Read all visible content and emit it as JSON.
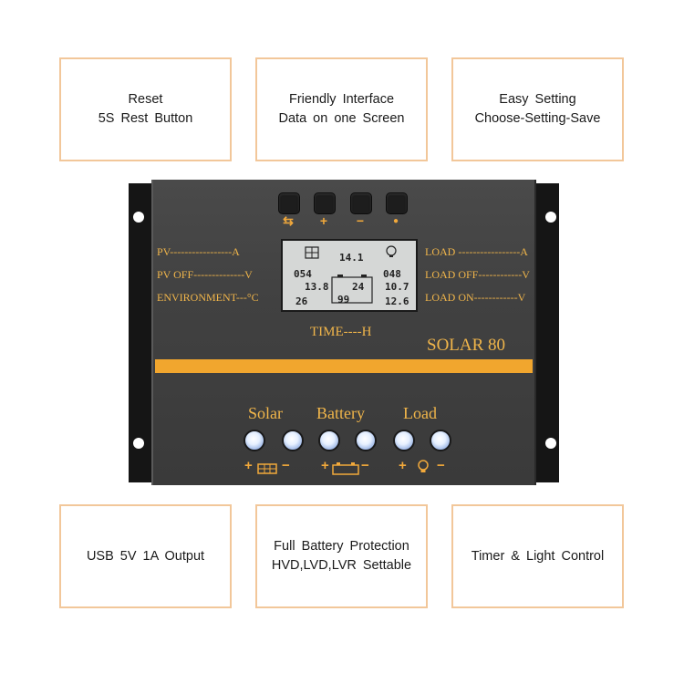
{
  "features_top": [
    {
      "line1": "Reset",
      "line2": "5S Rest Button"
    },
    {
      "line1": "Friendly Interface",
      "line2": "Data on one Screen"
    },
    {
      "line1": "Easy Setting",
      "line2": "Choose-Setting-Save"
    }
  ],
  "features_bottom": [
    {
      "line1": "USB 5V 1A Output"
    },
    {
      "line1": "Full Battery Protection",
      "line2": "HVD,LVD,LVR Settable"
    },
    {
      "line1": "Timer & Light Control"
    }
  ],
  "controller": {
    "keys": [
      "⇆",
      "+",
      "−",
      "●"
    ],
    "left_labels": [
      "PV-----------------A",
      "PV OFF--------------V",
      "ENVIRONMENT---°C"
    ],
    "right_labels": [
      "LOAD -----------------A",
      "LOAD OFF------------V",
      "LOAD ON------------V"
    ],
    "lcd": {
      "top": "14.1",
      "left_a": "054",
      "left_b": "13.8",
      "left_c": "26",
      "center_a": "24",
      "center_b": "99",
      "right_a": "048",
      "right_b": "10.7",
      "right_c": "12.6"
    },
    "time_label": "TIME----H",
    "model": "SOLAR 80",
    "groups": [
      "Solar",
      "Battery",
      "Load"
    ],
    "signs": [
      "+",
      "−",
      "+",
      "−",
      "+",
      "−"
    ],
    "colors": {
      "accent": "#f1a62e",
      "panel": "#414141"
    }
  }
}
